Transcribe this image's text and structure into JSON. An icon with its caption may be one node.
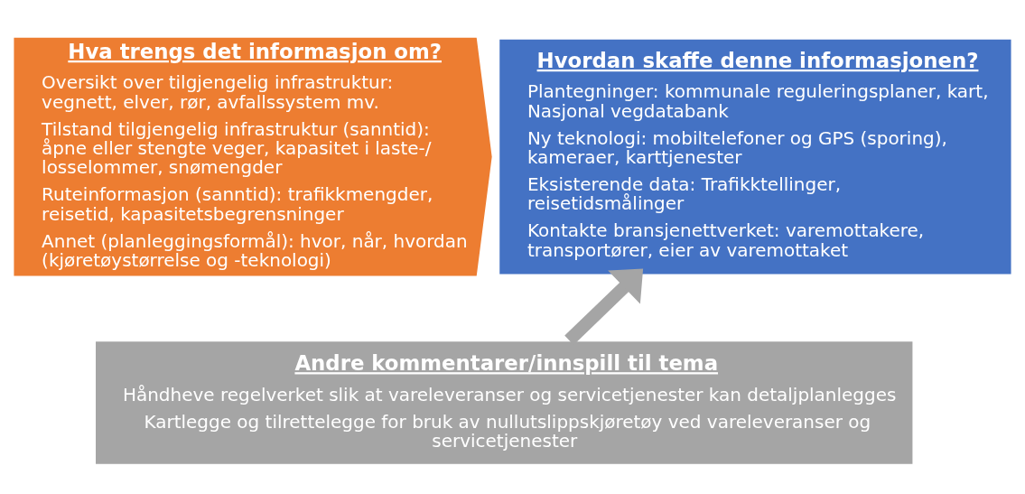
{
  "diagram": {
    "nodes": [
      {
        "text": [
          "Hva trengs det informasjon om?",
          "Oversikt over tilgjengelig infrastruktur: vegnett, elver, rør, avfallssystem mv.",
          "Tilstand tilgjengelig infrastruktur (sanntid): åpne eller stengte veger, kapasitet i laste-/ losselommer, snømengder",
          "Ruteinformasjon (sanntid): trafikkmengder, reisetid, kapasitetsbegrensninger",
          "Annet (planleggingsformål): hvor, når, hvordan (kjøretøystørrelse og -teknologi)"
        ]
      },
      {
        "text": [
          "Hvordan skaffe denne informasjonen?",
          "Plantegninger: kommunale reguleringsplaner, kart, Nasjonal vegdatabank",
          "Ny teknologi: mobiltelefoner og GPS (sporing), kameraer, karttjenester",
          "Eksisterende data: Trafikktellinger, reisetidsmålinger",
          "Kontakte bransjenettverket: varemottakere, transportører, eier av varemottaket"
        ]
      },
      {
        "text": [
          "Andre kommentarer/innspill til tema",
          "Håndheve regelverket slik at vareleveranser og servicetjenester kan detaljplanlegges",
          "Kartlegge og tilrettelegge for bruk av nullutslippskjøretøy ved vareleveranser og servicetjenester"
        ]
      }
    ],
    "edges": [
      {
        "from": 2,
        "to": 1,
        "arrow": "to"
      }
    ]
  }
}
